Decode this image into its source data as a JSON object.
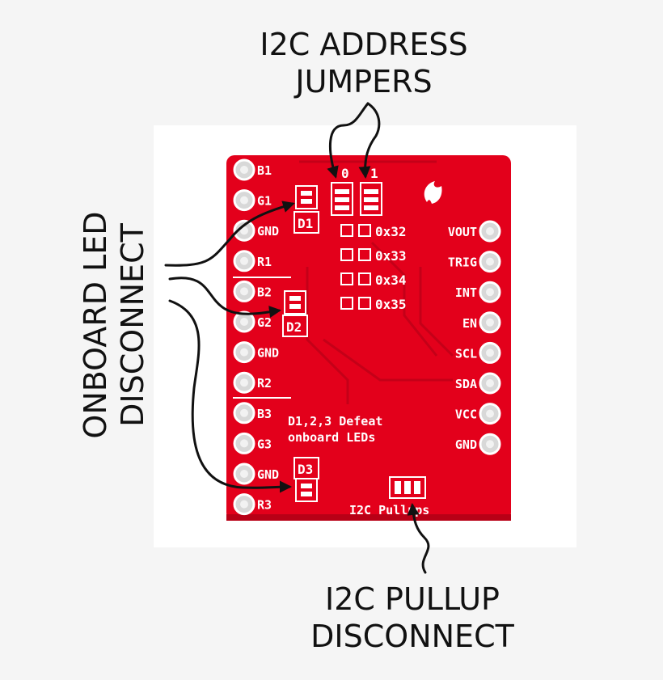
{
  "callouts": {
    "address_line1": "I2C ADDRESS",
    "address_line2": "JUMPERS",
    "led_line1": "ONBOARD LED",
    "led_line2": "DISCONNECT",
    "pullup_line1": "I2C PULLUP",
    "pullup_line2": "DISCONNECT"
  },
  "board": {
    "color": "#e3001b",
    "left_pins": [
      "B1",
      "G1",
      "GND",
      "R1",
      "B2",
      "G2",
      "GND",
      "R2",
      "B3",
      "G3",
      "GND",
      "R3"
    ],
    "right_pins": [
      "VOUT",
      "TRIG",
      "INT",
      "EN",
      "SCL",
      "SDA",
      "VCC",
      "GND"
    ],
    "addresses": [
      "0x32",
      "0x33",
      "0x34",
      "0x35"
    ],
    "jumper_labels": [
      "D1",
      "D2",
      "D3"
    ],
    "addr_jumper_labels": [
      "0",
      "1"
    ],
    "note_line1": "D1,2,3 Defeat",
    "note_line2": "onboard LEDs",
    "pullups_label": "I2C Pullups"
  }
}
